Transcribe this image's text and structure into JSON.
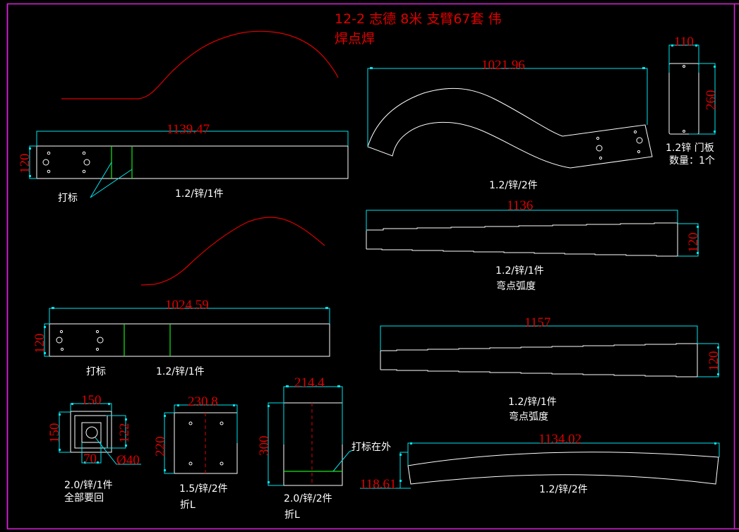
{
  "title": {
    "line1": "12-2 志德 8米 支臂67套 伟",
    "line2": "焊点焊"
  },
  "colors": {
    "background": "#000000",
    "outline": "#ffffff",
    "dimension_line": "#00e5ee",
    "dimension_text": "#e00000",
    "mark_line": "#19e619",
    "border": "#e020e0"
  },
  "parts": {
    "bar1": {
      "length": "1139.47",
      "width": "120",
      "mark_label": "打标",
      "spec": "1.2/锌/1件"
    },
    "arm": {
      "length": "1021.96",
      "spec": "1.2/锌/2件"
    },
    "door": {
      "width": "110",
      "height": "260",
      "spec": "1.2锌 门板",
      "qty": "数量：1个"
    },
    "taper1": {
      "length": "1136",
      "width": "120",
      "spec": "1.2/锌/1件",
      "note": "弯点弧度"
    },
    "bar2": {
      "length": "1024.59",
      "width": "120",
      "mark_label": "打标",
      "spec": "1.2/锌/1件"
    },
    "taper2": {
      "length": "1157",
      "width": "120",
      "spec": "1.2/锌/1件",
      "note": "弯点弧度"
    },
    "flange": {
      "outer": "150",
      "side": "150",
      "inner": "122",
      "slot": "70",
      "hole": "Ø40",
      "spec": "2.0/锌/1件",
      "note": "全部要回"
    },
    "plate_l1": {
      "width": "230.8",
      "height": "220",
      "spec": "1.5/锌/2件",
      "note": "折L"
    },
    "plate_l2": {
      "width": "214.4",
      "height": "300",
      "mark_label": "打标在外",
      "spec": "2.0/锌/2件",
      "note": "折L"
    },
    "arc_strip": {
      "length": "1134.02",
      "width": "118.61",
      "spec": "1.2/锌/2件"
    }
  }
}
